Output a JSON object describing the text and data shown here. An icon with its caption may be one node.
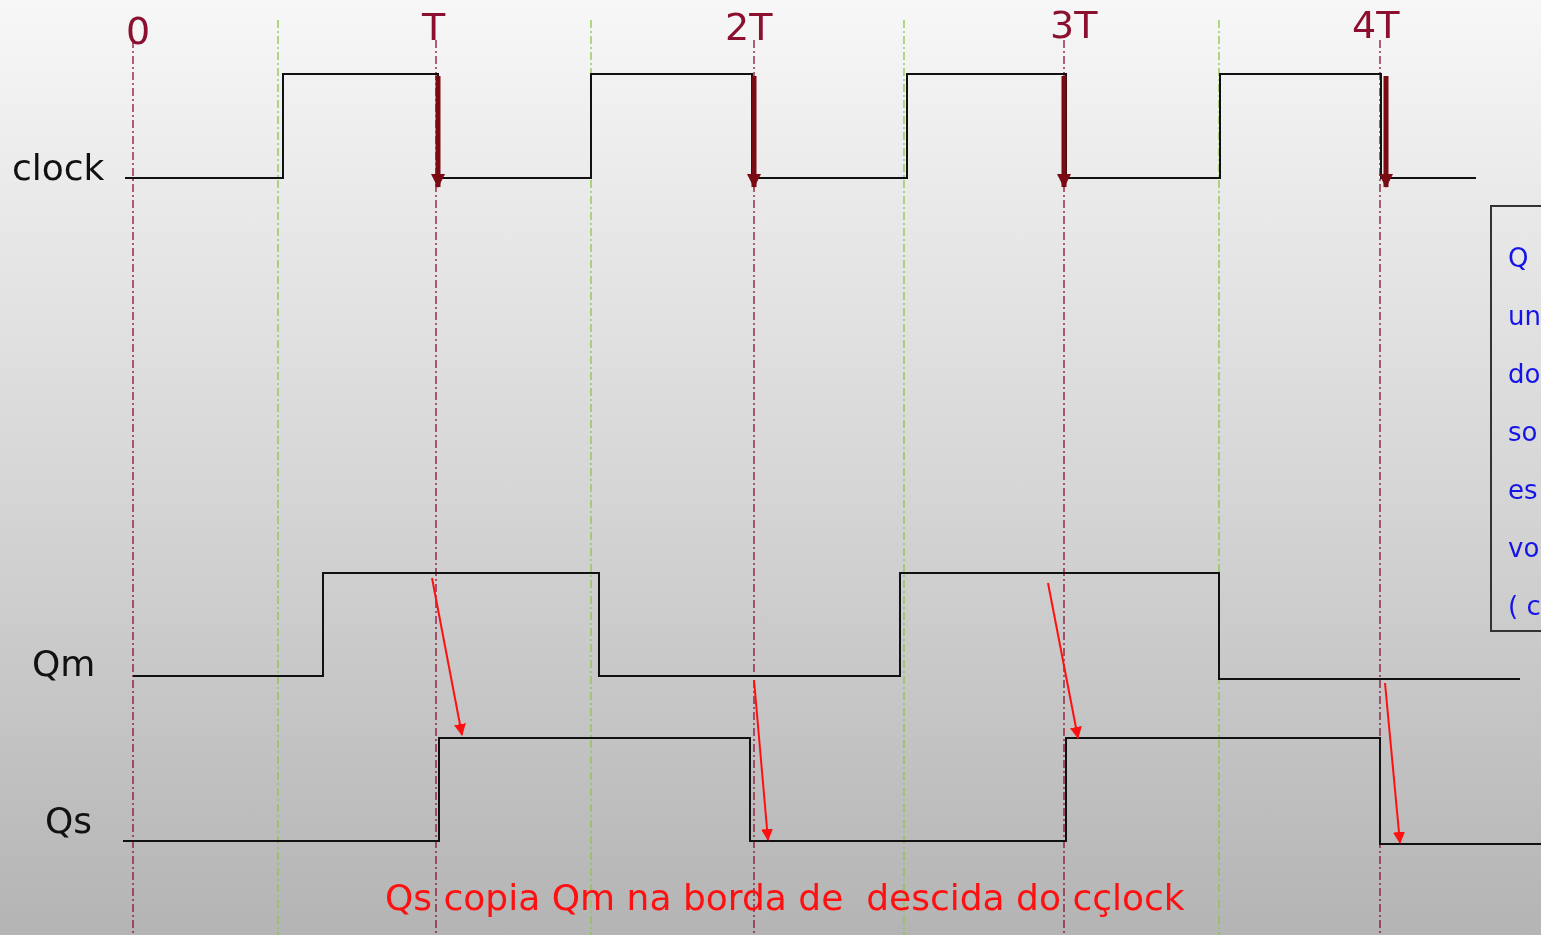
{
  "diagram": {
    "nodes": [
      {
        "text": [
          "Q",
          "un",
          "do",
          "so",
          "es",
          "vo",
          "( c"
        ]
      }
    ],
    "labels": [
      "0",
      "T",
      "2T",
      "3T",
      "4T",
      "clock",
      "Qm",
      "Qs",
      "Qs copia Qm na borda de  descida do cçlock"
    ]
  }
}
